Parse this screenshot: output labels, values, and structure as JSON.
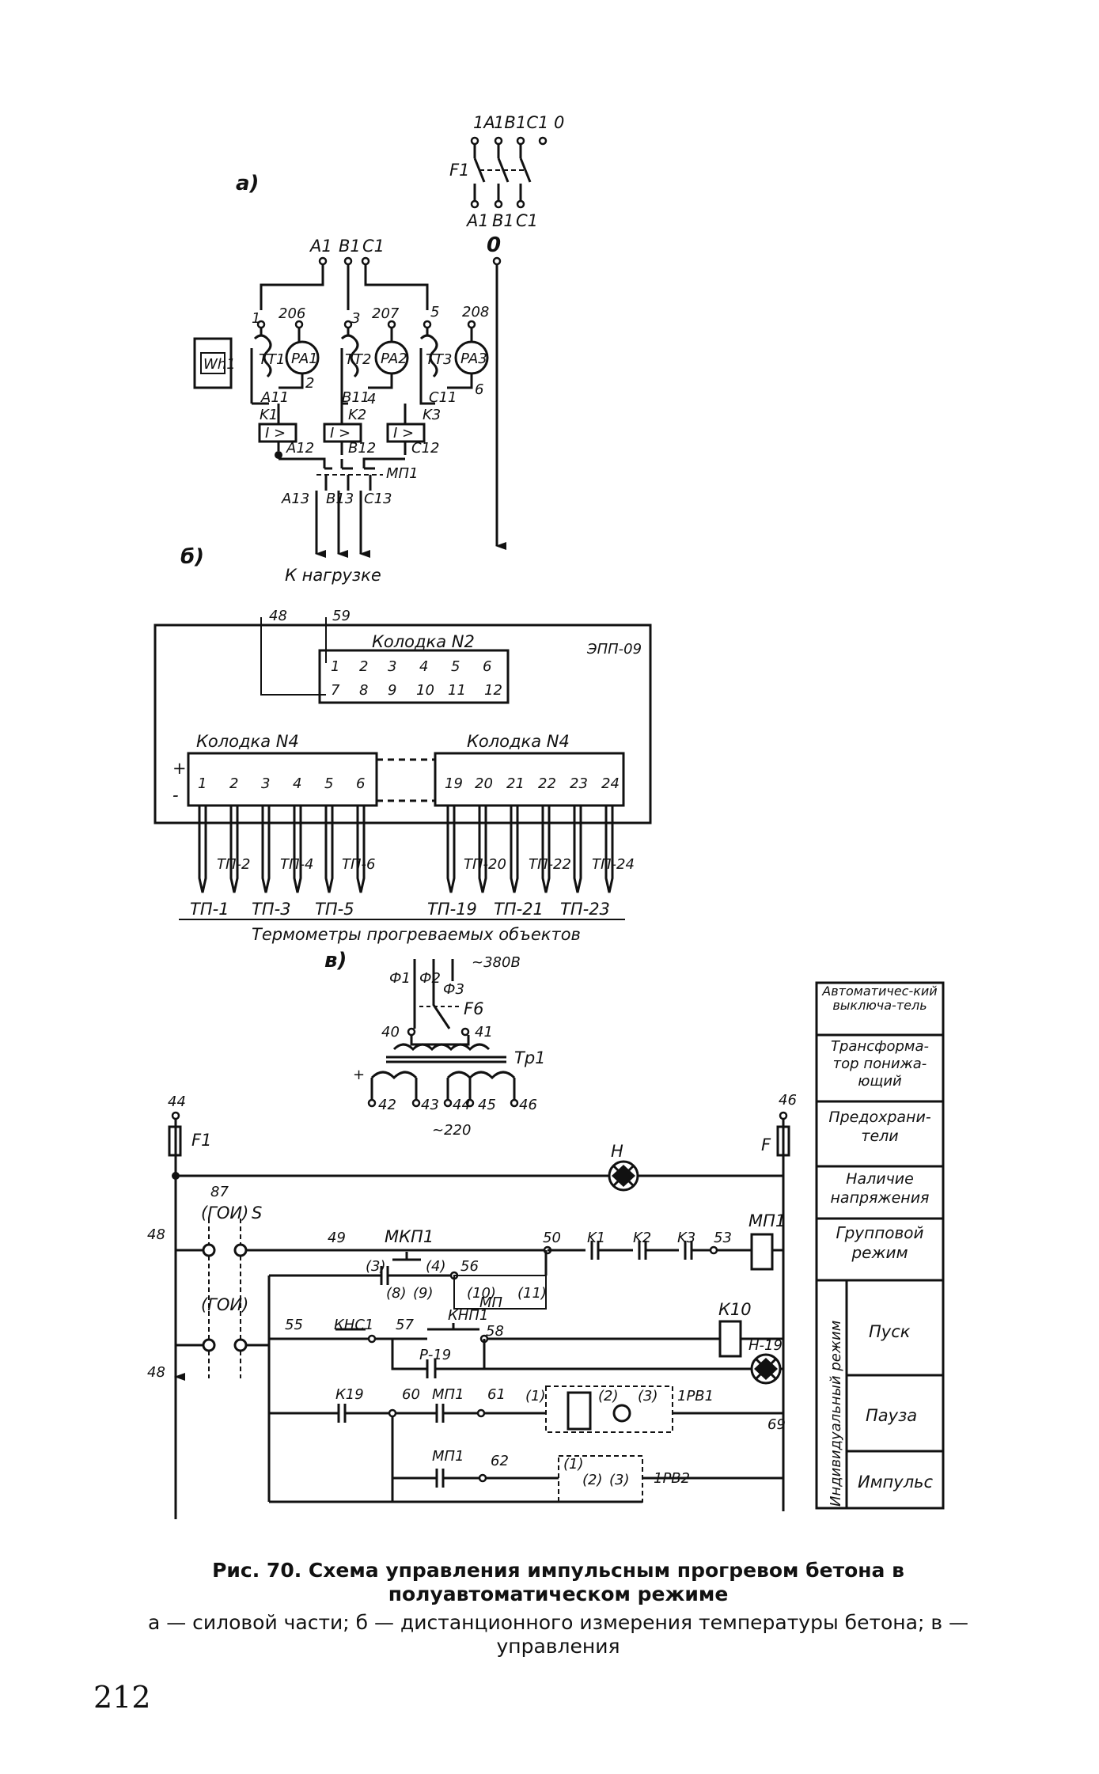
{
  "panel_labels": {
    "a": "а)",
    "b": "б)",
    "v": "в)"
  },
  "power": {
    "supply_top": [
      "1A",
      "1B",
      "1C",
      "1 0"
    ],
    "switch": "F1",
    "supply_out": [
      "A1",
      "B1",
      "C1"
    ],
    "neutral": "0",
    "phase_inputs": [
      "A1",
      "B1",
      "C1"
    ],
    "meter": "Wh1",
    "numbers": [
      "1",
      "206",
      "3",
      "207",
      "5",
      "208",
      "2",
      "4",
      "6"
    ],
    "current_transformers": [
      "TT1",
      "TT2",
      "TT3"
    ],
    "ammeters": [
      "PA1",
      "PA2",
      "PA3"
    ],
    "wire_marks": [
      "A11",
      "B11",
      "C11",
      "A12",
      "B12",
      "C12",
      "A13",
      "B13",
      "C13"
    ],
    "relays": [
      "K1",
      "K2",
      "K3"
    ],
    "relay_symbol": "I >",
    "contactor": "МП1",
    "load": "К нагрузке"
  },
  "measure": {
    "wires": [
      "48",
      "59"
    ],
    "device": "ЭПП-09",
    "block_top": "Колодка N2",
    "block_top_row1": [
      "1",
      "2",
      "3",
      "4",
      "5",
      "6"
    ],
    "block_top_row2": [
      "7",
      "8",
      "9",
      "10",
      "11",
      "12"
    ],
    "block_left": "Колодка N4",
    "block_right": "Колодка N4",
    "left_terminals": [
      "1",
      "2",
      "3",
      "4",
      "5",
      "6"
    ],
    "right_terminals": [
      "19",
      "20",
      "21",
      "22",
      "23",
      "24"
    ],
    "plus": "+",
    "minus": "-",
    "tp_upper": [
      "ТП-2",
      "ТП-4",
      "ТП-6",
      "ТП-20",
      "ТП-22",
      "ТП-24"
    ],
    "tp_lower": [
      "ТП-1",
      "ТП-3",
      "ТП-5",
      "ТП-19",
      "ТП-21",
      "ТП-23"
    ],
    "thermo_caption": "Термометры прогреваемых объектов"
  },
  "control": {
    "phases": [
      "Ф1",
      "Ф2",
      "Ф3"
    ],
    "supply_voltage": "~380В",
    "fuse_main": "F6",
    "tr_terms_top": [
      "40",
      "41"
    ],
    "transformer": "Тр1",
    "tr_terms_bottom": [
      "42",
      "43",
      "44",
      "45",
      "46"
    ],
    "secondary_voltage": "~220",
    "left_node": "44",
    "right_node": "46",
    "fuse_left": "F1",
    "fuse_right": "F",
    "lamp_h": "H",
    "selector": "87",
    "goi": "(ГОИ)",
    "s": "S",
    "node_48": "48",
    "wire_49": "49",
    "mkp": "МКП1",
    "c3": "(3)",
    "c4": "(4)",
    "wire_50": "50",
    "k_contacts": [
      "K1",
      "K2",
      "K3"
    ],
    "wire_53": "53",
    "mp1": "МП1",
    "wire_56": "56",
    "c8": "(8)",
    "c9": "(9)",
    "c10": "(10)",
    "c11": "(11)",
    "mp_small": "МП",
    "wire_55": "55",
    "knc": "КНС1",
    "wire_57": "57",
    "knp": "КНП1",
    "wire_58": "58",
    "k10": "К10",
    "p19": "Р-19",
    "h19": "Н-19",
    "k19": "К19",
    "wire_60": "60",
    "mp1b": "МП1",
    "wire_61": "61",
    "rv1": "1РВ1",
    "rv_contacts": [
      "(1)",
      "(2)",
      "(3)"
    ],
    "wire_69": "69",
    "mp1c": "МП1",
    "wire_62": "62",
    "rv2": "1РВ2",
    "legend": [
      "Автоматичес-кий выключа-тель",
      "Трансформа-тор понижа-ющий",
      "Предохрани-тели",
      "Наличие напряжения",
      "Групповой режим"
    ],
    "individual": "Индивидуальный режим",
    "individual_items": [
      "Пуск",
      "Пауза",
      "Импульс"
    ]
  },
  "caption": {
    "title": "Рис. 70. Схема управления импульсным прогревом бетона в полуавтоматическом режиме",
    "parts": "а — силовой части; б — дистанционного измерения температуры бетона; в — управления"
  },
  "page_number": "212"
}
